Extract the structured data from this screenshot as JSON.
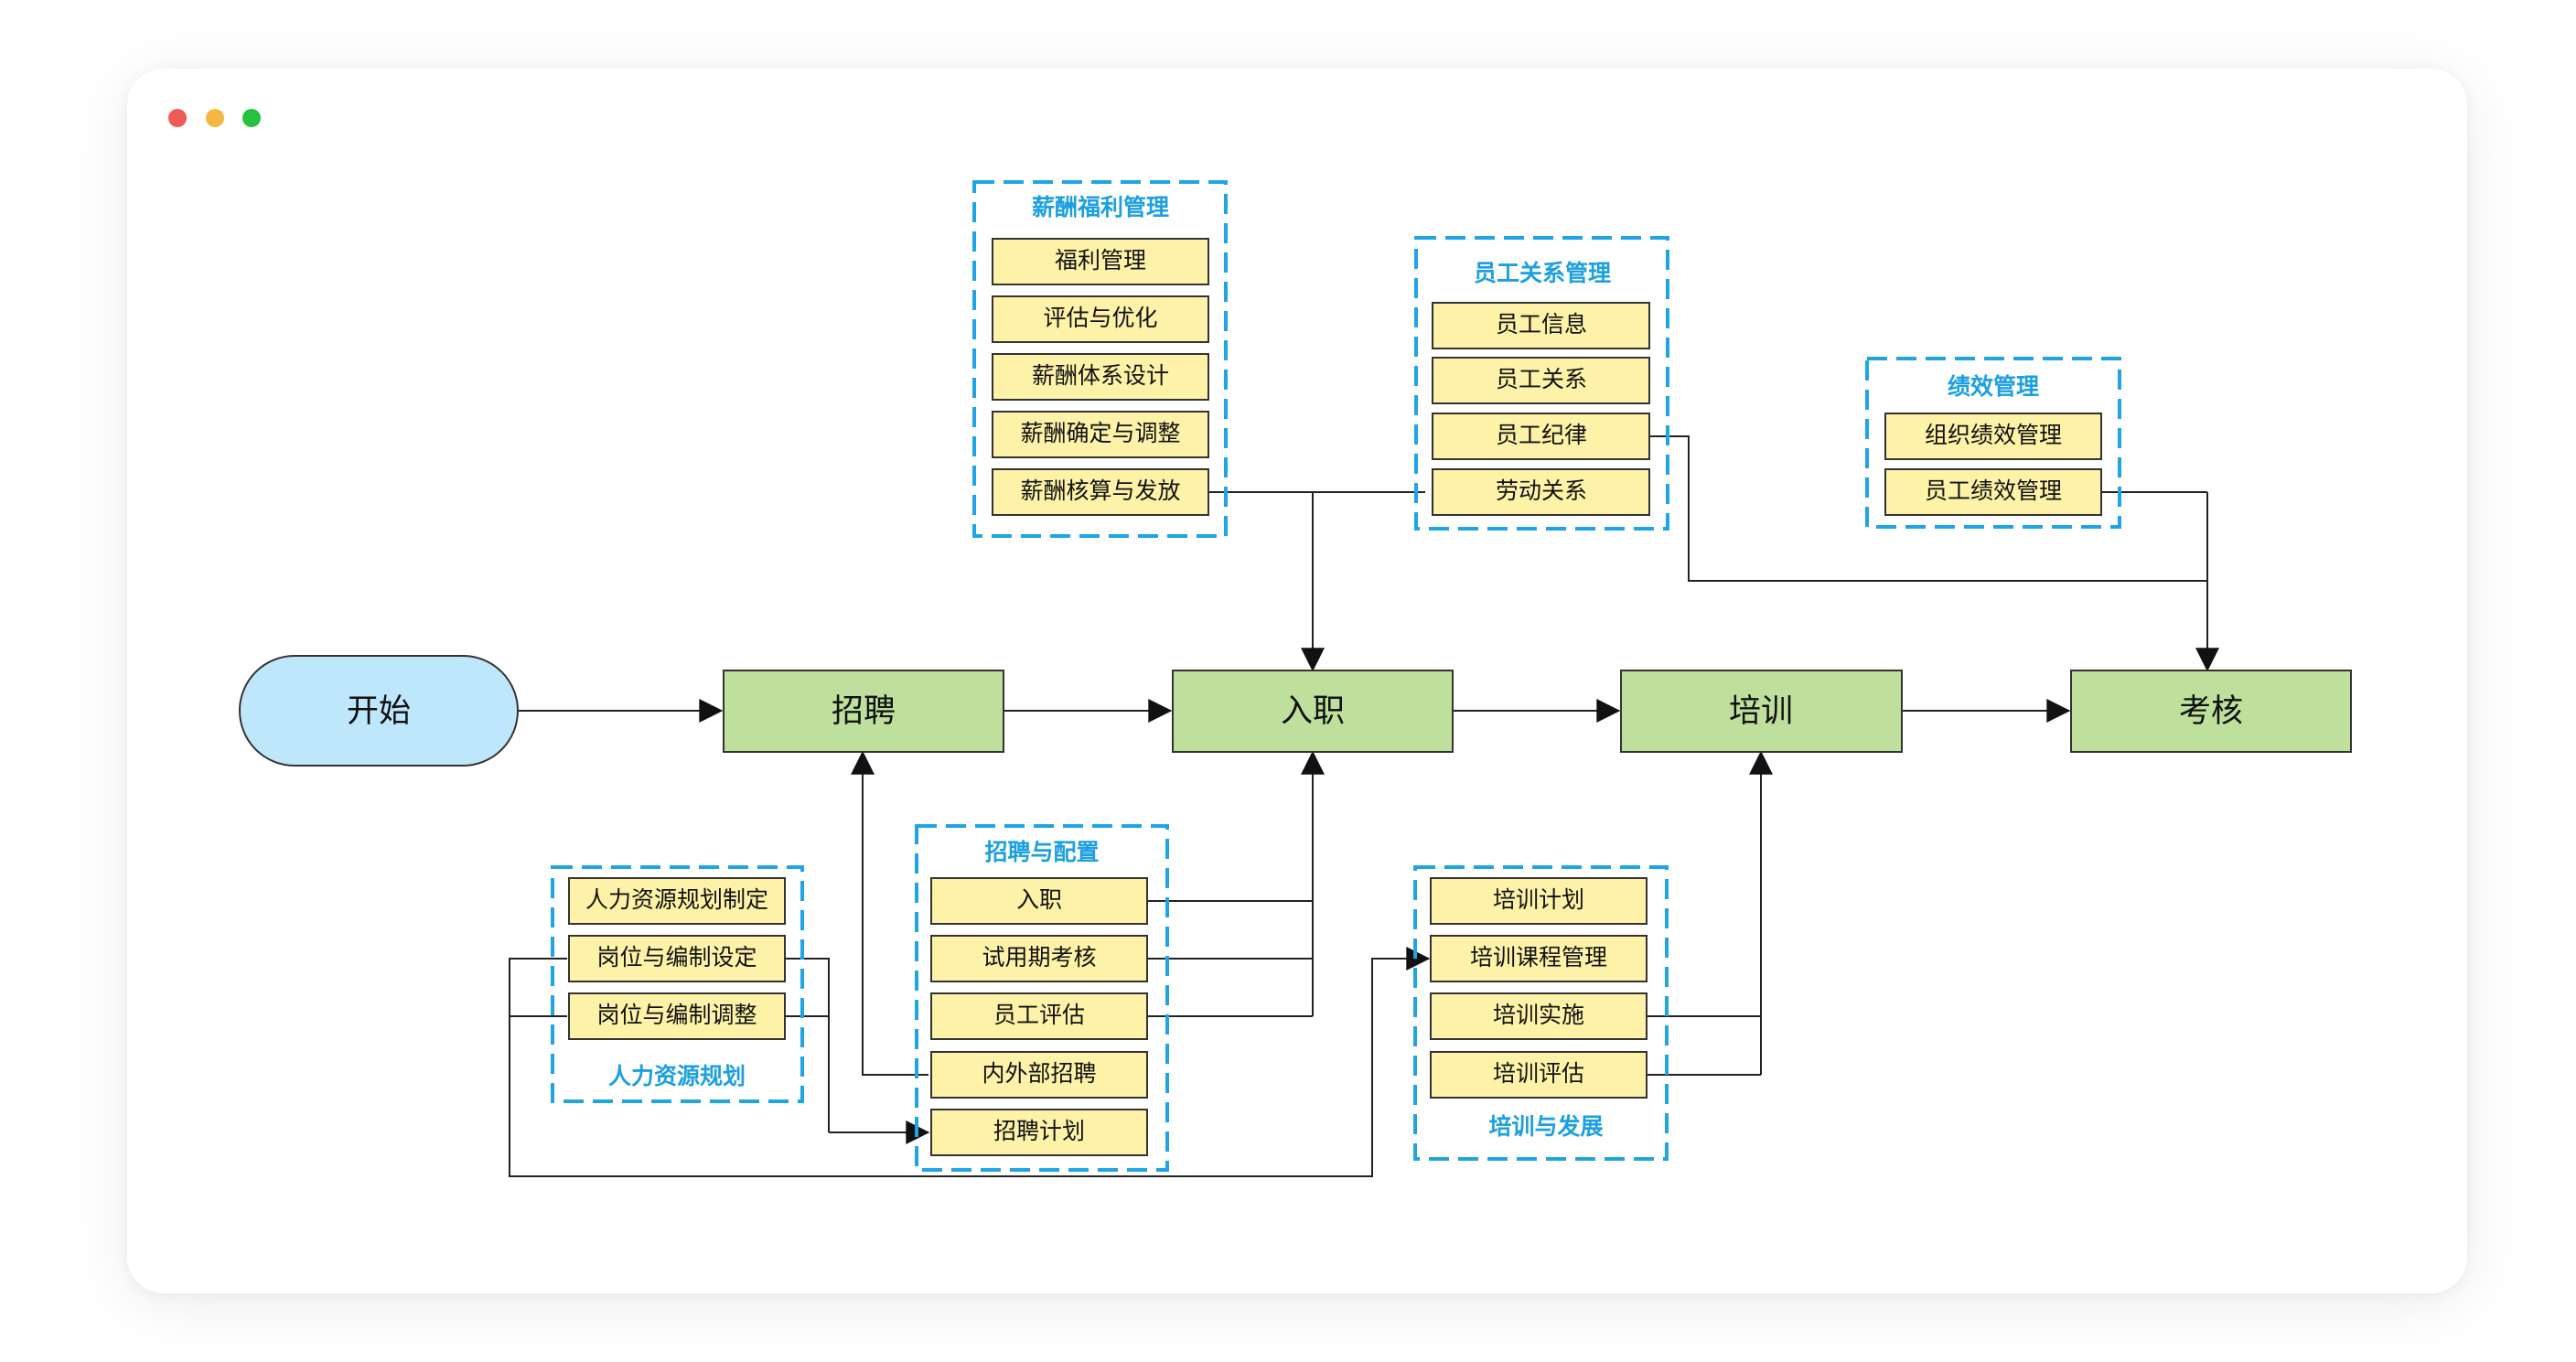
{
  "colors": {
    "main_fill": "#bfe09c",
    "item_fill": "#fdf2a7",
    "start_fill": "#bee7fb",
    "group_border": "#1fa5e7",
    "group_title": "#1d9fe3",
    "dot_red": "#ee5a55",
    "dot_yellow": "#f4b840",
    "dot_green": "#27c23f"
  },
  "main": {
    "start": "开始",
    "recruit": "招聘",
    "onboard": "入职",
    "train": "培训",
    "assess": "考核"
  },
  "groups": {
    "salary": {
      "title": "薪酬福利管理",
      "items": [
        "福利管理",
        "评估与优化",
        "薪酬体系设计",
        "薪酬确定与调整",
        "薪酬核算与发放"
      ]
    },
    "relations": {
      "title": "员工关系管理",
      "items": [
        "员工信息",
        "员工关系",
        "员工纪律",
        "劳动关系"
      ]
    },
    "performance": {
      "title": "绩效管理",
      "items": [
        "组织绩效管理",
        "员工绩效管理"
      ]
    },
    "planning": {
      "title": "人力资源规划",
      "items": [
        "人力资源规划制定",
        "岗位与编制设定",
        "岗位与编制调整"
      ]
    },
    "staffing": {
      "title": "招聘与配置",
      "items": [
        "入职",
        "试用期考核",
        "员工评估",
        "内外部招聘",
        "招聘计划"
      ]
    },
    "development": {
      "title": "培训与发展",
      "items": [
        "培训计划",
        "培训课程管理",
        "培训实施",
        "培训评估"
      ]
    }
  }
}
